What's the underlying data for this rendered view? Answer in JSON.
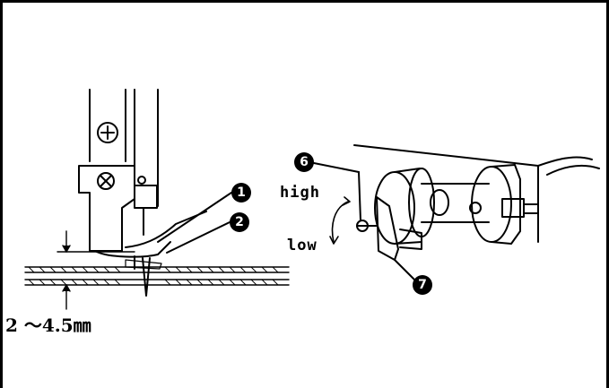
{
  "labels": {
    "high": "high",
    "low": "low",
    "gap": "2 ～4.5㎜"
  },
  "callouts": [
    "1",
    "2",
    "6",
    "7"
  ],
  "colors": {
    "ink": "#000000",
    "paper": "#ffffff"
  }
}
